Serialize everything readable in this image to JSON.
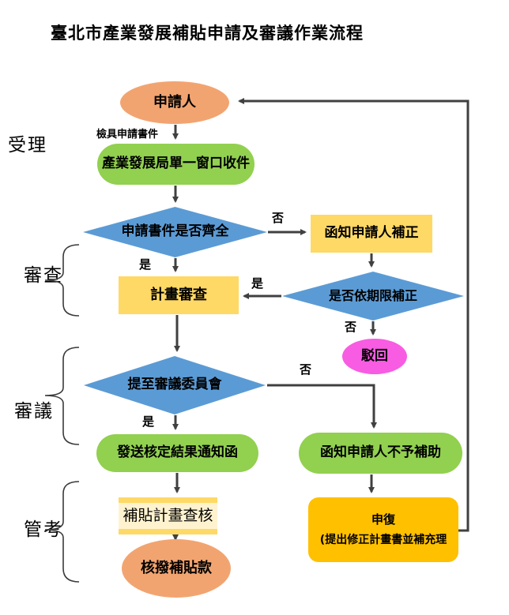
{
  "title": "臺北市產業發展補貼申請及審議作業流程",
  "stages": {
    "accept": "受理",
    "review": "審查",
    "deliberate": "審議",
    "monitor": "管考"
  },
  "labels": {
    "yes": "是",
    "no": "否"
  },
  "nodes": {
    "applicant": "申請人",
    "attach_docs": "檢具申請書件",
    "intake": "產業發展局單一窗口收件",
    "doc_check": "申請書件是否齊全",
    "notify_correction": "函知申請人補正",
    "plan_review": "計畫審查",
    "deadline_check": "是否依期限補正",
    "reject": "駁回",
    "committee": "提至審議委員會",
    "approval_notice": "發送核定結果通知函",
    "no_subsidy": "函知申請人不予補助",
    "audit": "補貼計畫查核",
    "disburse": "核撥補貼款",
    "appeal_title": "申復",
    "appeal_detail": "(提出修正計畫書並補充理"
  },
  "colors": {
    "salmon": "#F2A470",
    "green": "#92D050",
    "blue": "#5B9BD5",
    "yellow": "#FFD966",
    "pale-yellow": "#FFF3CF",
    "amber": "#FFC000",
    "magenta": "#F85CE3",
    "arrow": "#404040",
    "brace": "#3a3a3a"
  }
}
